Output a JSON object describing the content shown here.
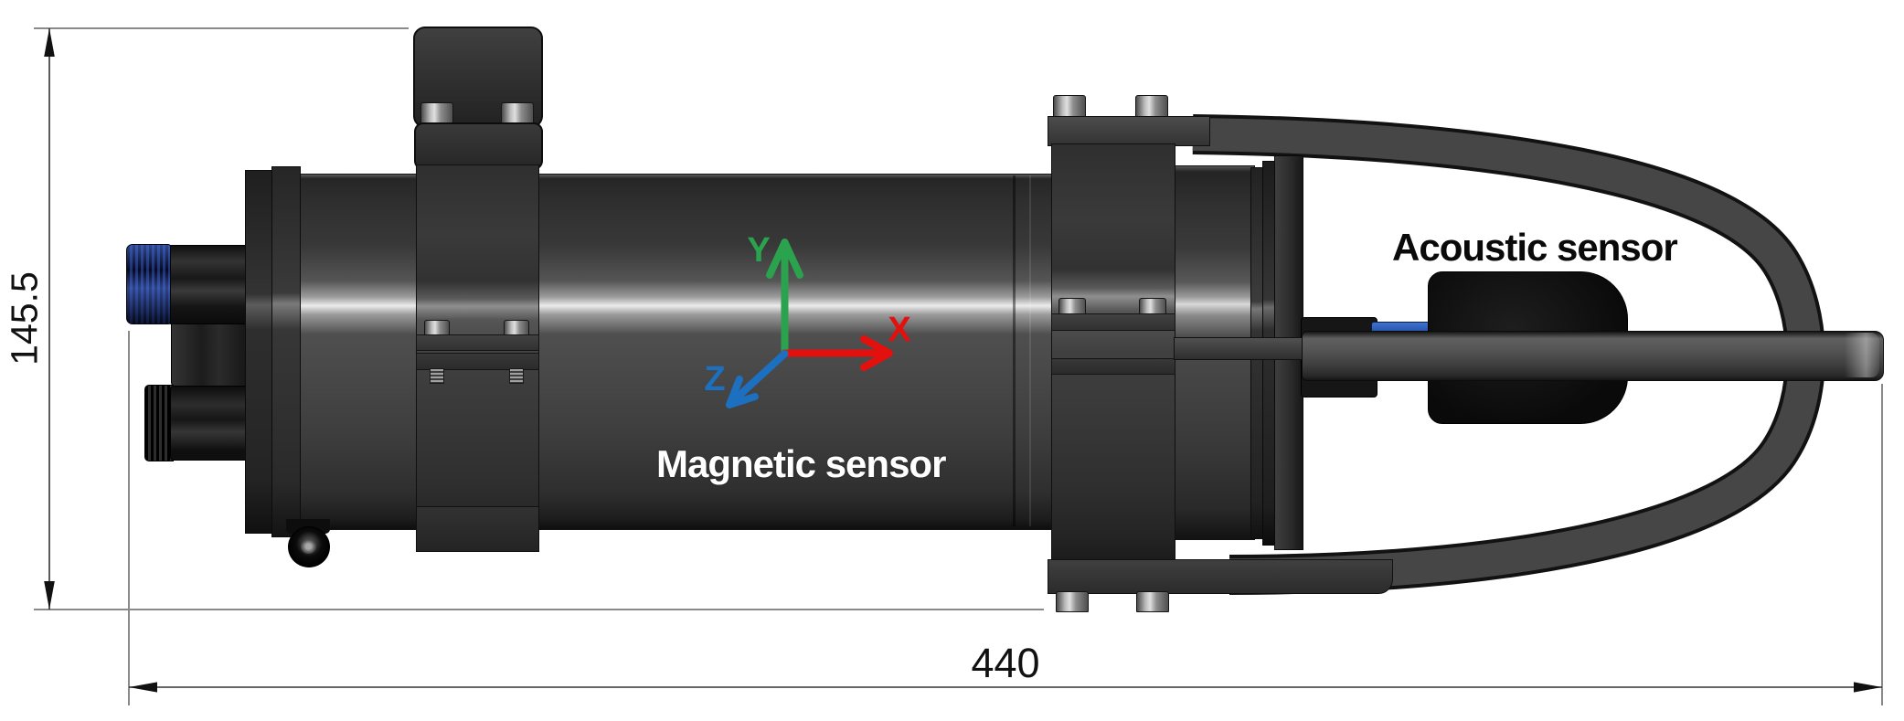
{
  "labels": {
    "magnetic_sensor": "Magnetic sensor",
    "acoustic_sensor": "Acoustic sensor"
  },
  "dimensions": {
    "height_mm": "145.5",
    "length_mm": "440"
  },
  "axes": {
    "x_label": "X",
    "y_label": "Y",
    "z_label": "Z",
    "x_color": "#e3100d",
    "y_color": "#2ba24d",
    "z_color": "#1d6fc0"
  },
  "colors": {
    "background": "#ffffff",
    "housing_gray": "#3a3a3a",
    "sensor_black": "#0a0a0a",
    "connector_blue": "#1e3378",
    "dimension_line": "#333333",
    "extension_line": "#8a8a8a",
    "label_white": "#ffffff",
    "label_black": "#0a0a0a"
  }
}
